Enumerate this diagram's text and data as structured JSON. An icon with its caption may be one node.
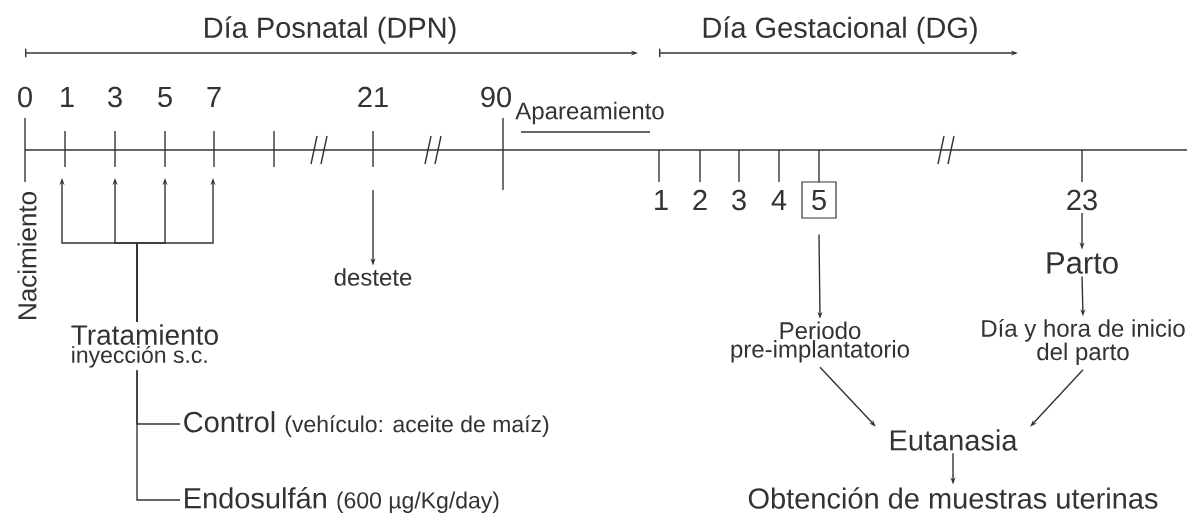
{
  "diagram": {
    "nodes": [
      {
        "text": [
          "Tratamiento",
          "inyección s.c."
        ]
      },
      {
        "text": [
          "Control",
          "(vehículo: aceite de maíz)"
        ]
      },
      {
        "text": [
          "Endosulfán",
          "(600 µg/Kg/day)"
        ]
      },
      {
        "text": [
          "destete"
        ]
      },
      {
        "text": [
          "5"
        ]
      },
      {
        "text": [
          "Periodo pre-implantatorio"
        ]
      },
      {
        "text": [
          "23"
        ]
      },
      {
        "text": [
          "Parto"
        ]
      },
      {
        "text": [
          "Día y hora de inicio del parto"
        ]
      },
      {
        "text": [
          "Eutanasia"
        ]
      },
      {
        "text": [
          "Obtención de muestras uterinas"
        ]
      }
    ],
    "edges": [
      {
        "from": 0,
        "to": null,
        "arrow": "to"
      },
      {
        "from": 0,
        "to": null,
        "arrow": "to"
      },
      {
        "from": 0,
        "to": null,
        "arrow": "to"
      },
      {
        "from": 0,
        "to": null,
        "arrow": "to"
      },
      {
        "from": 0,
        "to": 1,
        "arrow": "none"
      },
      {
        "from": 0,
        "to": 2,
        "arrow": "none"
      },
      {
        "from": null,
        "to": 3,
        "arrow": "to"
      },
      {
        "from": 4,
        "to": 5,
        "arrow": "to"
      },
      {
        "from": 6,
        "to": 7,
        "arrow": "to"
      },
      {
        "from": 7,
        "to": 8,
        "arrow": "to"
      },
      {
        "from": 5,
        "to": 9,
        "arrow": "to"
      },
      {
        "from": 8,
        "to": 9,
        "arrow": "to"
      },
      {
        "from": 9,
        "to": 10,
        "arrow": "to"
      }
    ],
    "labels": [
      "Día Posnatal (DPN)",
      "Día Gestacional (DG)",
      "0",
      "1",
      "3",
      "5",
      "7",
      "21",
      "90",
      "Apareamiento",
      "Nacimiento",
      "1",
      "2",
      "3",
      "4"
    ]
  }
}
